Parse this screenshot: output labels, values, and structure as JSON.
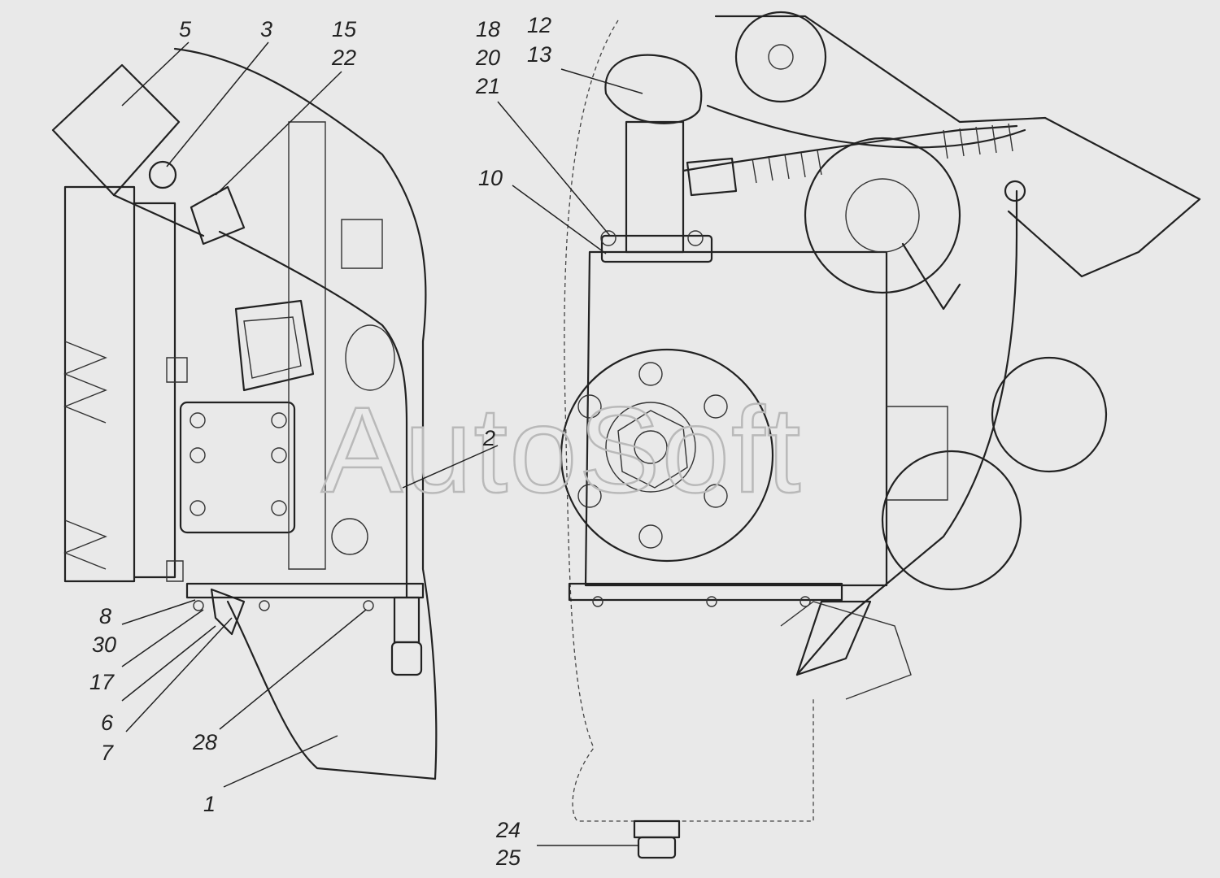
{
  "watermark": "AutoSoft",
  "callouts": [
    "5",
    "3",
    "15",
    "22",
    "18",
    "20",
    "21",
    "12",
    "13",
    "10",
    "2",
    "8",
    "30",
    "17",
    "6",
    "7",
    "28",
    "1",
    "24",
    "25"
  ],
  "colors": {
    "background": "#e9e9e9",
    "line": "#222222",
    "watermark": "#b9b9b9"
  }
}
